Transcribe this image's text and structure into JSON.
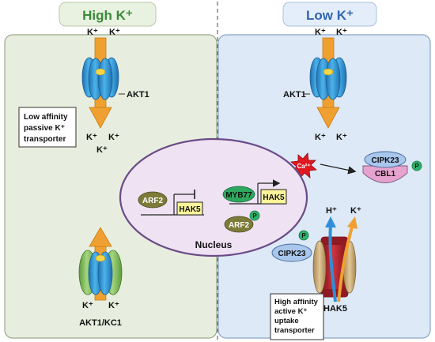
{
  "high_panel": {
    "header": "High K⁺",
    "channel_label": "AKT1",
    "ion_top_left": "K⁺",
    "ion_top_right": "K⁺",
    "ion_bottom_left": "K⁺",
    "ion_bottom_right": "K⁺",
    "ion_bottom_center": "K⁺",
    "note_lines": [
      "Low affinity",
      "passive K⁺",
      "transporter"
    ],
    "lower_channel_label": "AKT1/KC1",
    "lower_ion_left": "K⁺",
    "lower_ion_right": "K⁺"
  },
  "low_panel": {
    "header": "Low K⁺",
    "channel_label": "AKT1",
    "ion_top_left": "K⁺",
    "ion_top_right": "K⁺",
    "ion_bottom_left": "K⁺",
    "ion_bottom_right": "K⁺",
    "calcium": "Ca²⁺",
    "kinase": "CIPK23",
    "sensor": "CBL1",
    "phospho": "P",
    "kinase2": "CIPK23",
    "phospho2": "P",
    "transporter_label": "HAK5",
    "h_ion": "H⁺",
    "k_ion": "K⁺",
    "note_lines": [
      "High affinity",
      "active K⁺",
      "uptake",
      "transporter"
    ]
  },
  "nucleus": {
    "label": "Nucleus",
    "arf2_left": "ARF2",
    "hak5_left": "HAK5",
    "myb77": "MYB77",
    "hak5_right": "HAK5",
    "arf2_right": "ARF2",
    "phospho": "P"
  },
  "colors": {
    "high_bg": "#e8eedf",
    "low_bg": "#dde9f6",
    "channel_blue": "#2e9ad6",
    "channel_green": "#8cc466",
    "arrow_orange": "#f0a030",
    "header_green": "#3a8a3a",
    "header_blue": "#2f66b3",
    "hak5_red": "#b0212c",
    "nucleus_border": "#6b4b87"
  }
}
